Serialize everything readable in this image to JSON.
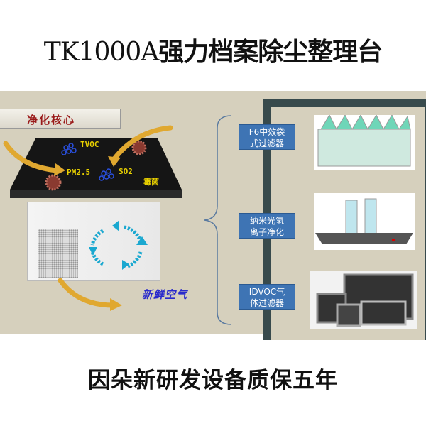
{
  "title": {
    "model": "TK1000A",
    "name": "强力档案除尘整理台"
  },
  "diagram": {
    "core_label": "净化核心",
    "pollutants": [
      "TVOC",
      "PM2.5",
      "SO2",
      "霉菌"
    ],
    "output_label": "新鲜空气"
  },
  "filters": [
    {
      "line1": "F6中效袋",
      "line2": "式过滤器",
      "icon": "bag-filter-image"
    },
    {
      "line1": "纳米光氢",
      "line2": "离子净化",
      "icon": "uv-lamp-purifier-image"
    },
    {
      "line1": "IDVOC气",
      "line2": "体过滤器",
      "icon": "carbon-panel-filter-image"
    }
  ],
  "footer": "因朵新研发设备质保五年",
  "colors": {
    "background": "#d6d0bd",
    "frame": "#384a4c",
    "tag": "#3e74b4",
    "arrow": "#e0a830",
    "cycle": "#1aa8d0"
  }
}
